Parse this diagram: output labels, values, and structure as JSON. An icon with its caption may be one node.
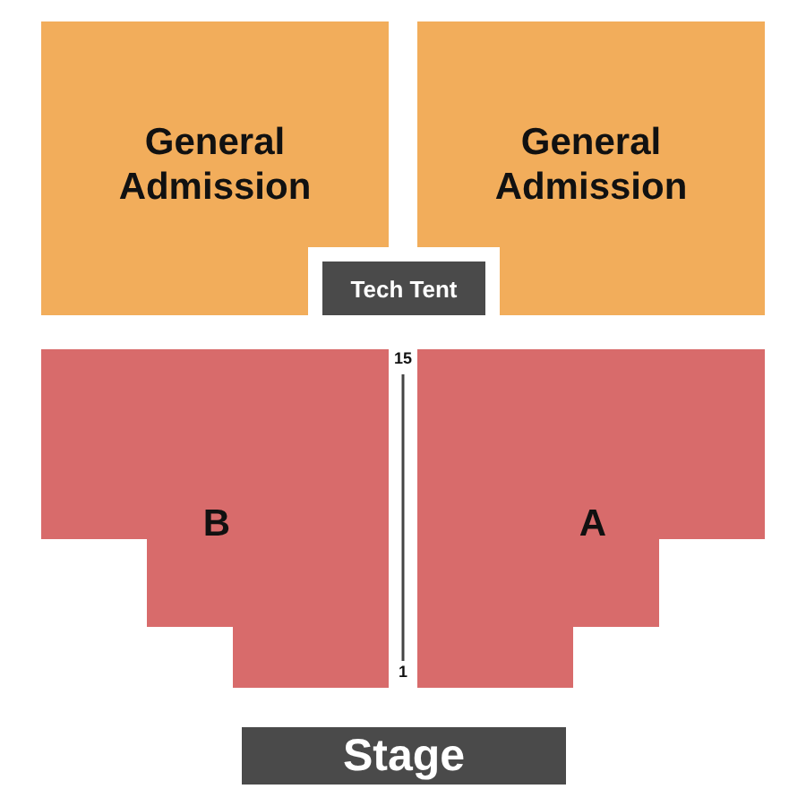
{
  "diagram": {
    "nodes": [
      {
        "text": [
          "General Admission"
        ]
      },
      {
        "text": [
          "General Admission"
        ]
      },
      {
        "text": [
          "Tech Tent"
        ]
      },
      {
        "text": [
          "B"
        ]
      },
      {
        "text": [
          "A"
        ]
      },
      {
        "text": [
          "Stage"
        ]
      }
    ],
    "labels": [
      "15",
      "1"
    ]
  }
}
